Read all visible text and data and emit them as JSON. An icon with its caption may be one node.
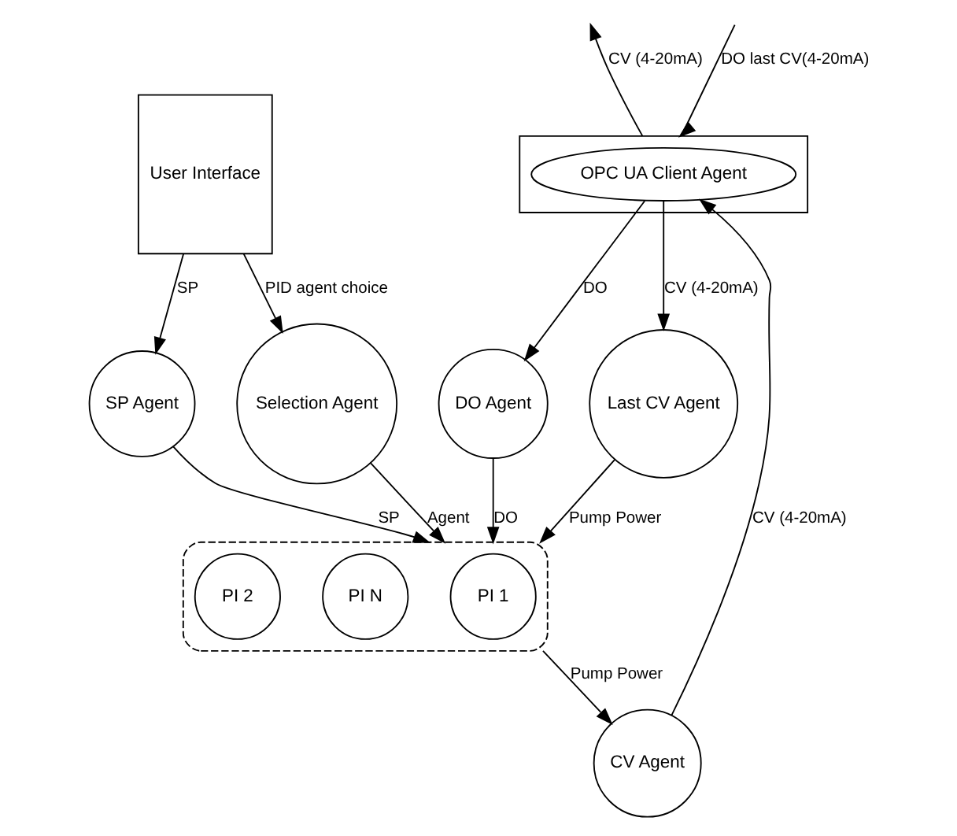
{
  "diagram": {
    "nodes": [
      {
        "text": [],
        "shape": "box"
      },
      {
        "text": [
          "OPC UA Client Agent"
        ],
        "in": 0
      },
      {
        "text": [
          "DO Agent"
        ]
      },
      {
        "text": [
          "Last CV Agent"
        ]
      },
      {
        "text": [
          "SP Agent"
        ]
      },
      {
        "text": [
          "CV Agent"
        ]
      },
      {
        "text": [
          "User Interface"
        ]
      },
      {
        "text": [
          "Selection Agent"
        ]
      },
      {
        "text": [],
        "shape": "ellipse"
      },
      {
        "text": [
          "PI 1"
        ],
        "in": 8
      },
      {
        "text": [
          "PI N"
        ],
        "in": 8
      },
      {
        "text": [
          "PI 2"
        ],
        "in": 8
      }
    ],
    "edges": [
      {
        "from": null,
        "to": 0,
        "arrow": "to",
        "label": "DO last CV(4-20mA)"
      },
      {
        "from": 0,
        "to": null,
        "arrow": "to",
        "label": "CV (4-20mA)"
      },
      {
        "from": 1,
        "to": 2,
        "arrow": "to",
        "label": "DO"
      },
      {
        "from": 1,
        "to": 3,
        "arrow": "to",
        "label": "CV (4-20mA)"
      },
      {
        "from": 5,
        "to": 1,
        "arrow": "to",
        "label": "CV (4-20mA)"
      },
      {
        "from": 2,
        "to": 8,
        "arrow": "to",
        "label": "DO"
      },
      {
        "from": 3,
        "to": 8,
        "arrow": "to",
        "label": "Pump Power"
      },
      {
        "from": 6,
        "to": 4,
        "arrow": "to",
        "label": "SP"
      },
      {
        "from": 4,
        "to": 8,
        "arrow": "to",
        "label": "SP"
      },
      {
        "from": 6,
        "to": 7,
        "arrow": "to",
        "label": "PID agent choice"
      },
      {
        "from": 7,
        "to": 8,
        "arrow": "to",
        "label": "Agent"
      },
      {
        "from": 8,
        "to": 5,
        "arrow": "to",
        "label": "Pump Power"
      }
    ]
  }
}
